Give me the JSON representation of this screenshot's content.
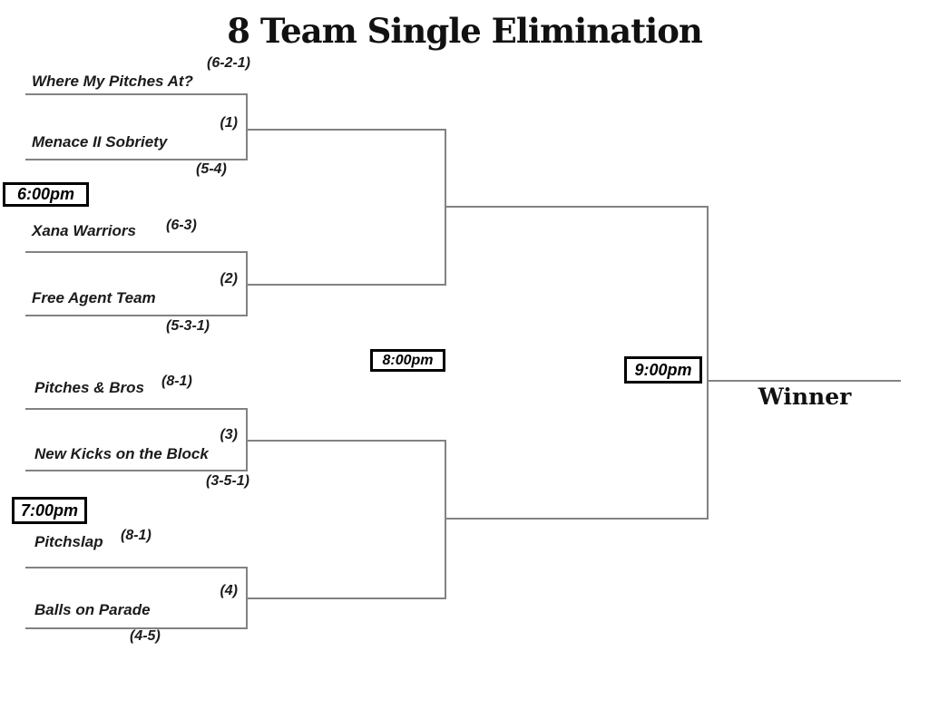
{
  "title": "8 Team Single Elimination",
  "winner_label": "Winner",
  "colors": {
    "line_gray": "#828282",
    "text_black": "#1b1b1b",
    "box_border_black": "#000000"
  },
  "schedule": {
    "games_1_2_time": "6:00pm",
    "games_3_4_time": "7:00pm",
    "semifinals_time": "8:00pm",
    "final_time": "9:00pm"
  },
  "matches": [
    {
      "game_number": "(1)",
      "top_team": {
        "name": "Where My Pitches At?",
        "record": "(6-2-1)"
      },
      "bottom_team": {
        "name": "Menace II Sobriety",
        "record": "(5-4)"
      }
    },
    {
      "game_number": "(2)",
      "top_team": {
        "name": "Xana Warriors",
        "record": "(6-3)"
      },
      "bottom_team": {
        "name": "Free Agent Team",
        "record": "(5-3-1)"
      }
    },
    {
      "game_number": "(3)",
      "top_team": {
        "name": "Pitches & Bros",
        "record": "(8-1)"
      },
      "bottom_team": {
        "name": "New Kicks on the Block",
        "record": "(3-5-1)"
      }
    },
    {
      "game_number": "(4)",
      "top_team": {
        "name": "Pitchslap",
        "record": "(8-1)"
      },
      "bottom_team": {
        "name": "Balls on Parade",
        "record": "(4-5)"
      }
    }
  ]
}
